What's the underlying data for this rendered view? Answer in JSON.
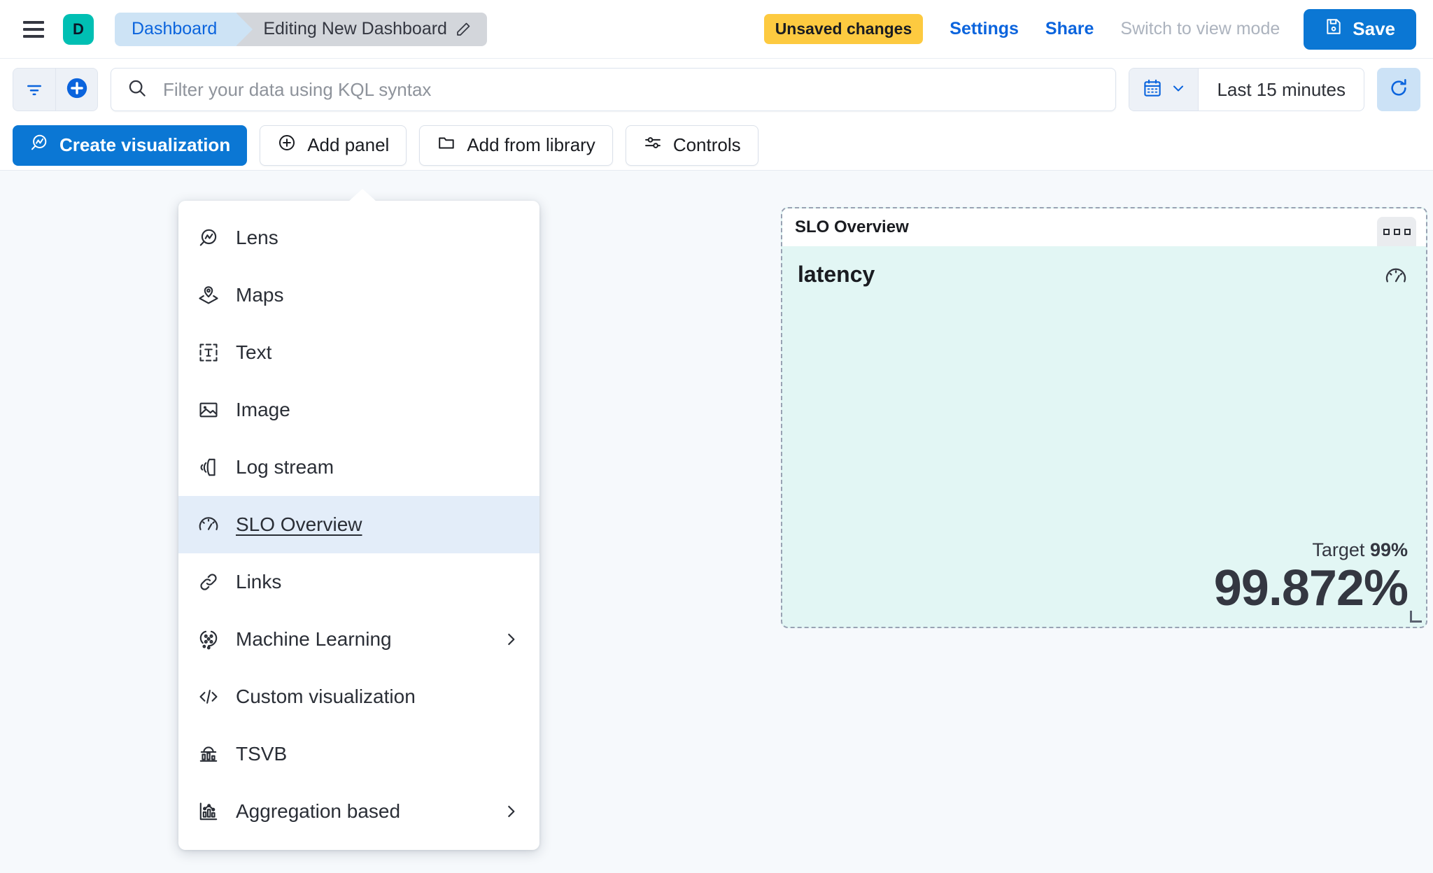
{
  "header": {
    "menu_icon": "hamburger-icon",
    "avatar_letter": "D",
    "breadcrumb_root": "Dashboard",
    "breadcrumb_current": "Editing New Dashboard",
    "edit_icon": "pencil-icon",
    "unsaved_badge": "Unsaved changes",
    "settings_link": "Settings",
    "share_link": "Share",
    "view_mode_link": "Switch to view mode",
    "save_label": "Save",
    "save_icon": "save-disk-icon",
    "colors": {
      "avatar": "#00BFB3",
      "badge": "#FDCA40",
      "primary": "#0B77D4",
      "link": "#0B64DD",
      "crumb_active": "#CDE3F5",
      "crumb_current": "#D3D6DB"
    }
  },
  "query_bar": {
    "filter_icon": "filter-icon",
    "add_filter_icon": "add-circle-icon",
    "search_icon": "search-icon",
    "placeholder": "Filter your data using KQL syntax",
    "calendar_icon": "calendar-icon",
    "chevron_icon": "chevron-down-icon",
    "time_range": "Last 15 minutes",
    "refresh_icon": "refresh-icon"
  },
  "toolbar": {
    "create_visualization": "Create visualization",
    "create_visualization_icon": "lens-icon",
    "add_panel": "Add panel",
    "add_panel_icon": "plus-circle-icon",
    "add_from_library": "Add from library",
    "add_from_library_icon": "folder-icon",
    "controls": "Controls",
    "controls_icon": "controls-icon"
  },
  "add_panel_menu": {
    "items": [
      {
        "label": "Lens",
        "icon": "lens-icon",
        "selected": false,
        "submenu": false
      },
      {
        "label": "Maps",
        "icon": "maps-pin-icon",
        "selected": false,
        "submenu": false
      },
      {
        "label": "Text",
        "icon": "text-box-icon",
        "selected": false,
        "submenu": false
      },
      {
        "label": "Image",
        "icon": "image-icon",
        "selected": false,
        "submenu": false
      },
      {
        "label": "Log stream",
        "icon": "log-stream-icon",
        "selected": false,
        "submenu": false
      },
      {
        "label": "SLO Overview",
        "icon": "gauge-icon",
        "selected": true,
        "submenu": false
      },
      {
        "label": "Links",
        "icon": "link-icon",
        "selected": false,
        "submenu": false
      },
      {
        "label": "Machine Learning",
        "icon": "machine-learning-icon",
        "selected": false,
        "submenu": true
      },
      {
        "label": "Custom visualization",
        "icon": "code-icon",
        "selected": false,
        "submenu": false
      },
      {
        "label": "TSVB",
        "icon": "tsvb-chart-icon",
        "selected": false,
        "submenu": false
      },
      {
        "label": "Aggregation based",
        "icon": "aggregation-chart-icon",
        "selected": false,
        "submenu": true
      }
    ]
  },
  "slo_panel": {
    "title": "SLO Overview",
    "context_menu_icon": "context-menu-icon",
    "metric_name": "latency",
    "gauge_icon": "gauge-icon",
    "target_prefix": "Target",
    "target_value": "99%",
    "sli_value": "99.872%",
    "resize_icon": "resize-handle-icon",
    "colors": {
      "body": "#E2F6F4",
      "border": "#98A2B3"
    }
  }
}
